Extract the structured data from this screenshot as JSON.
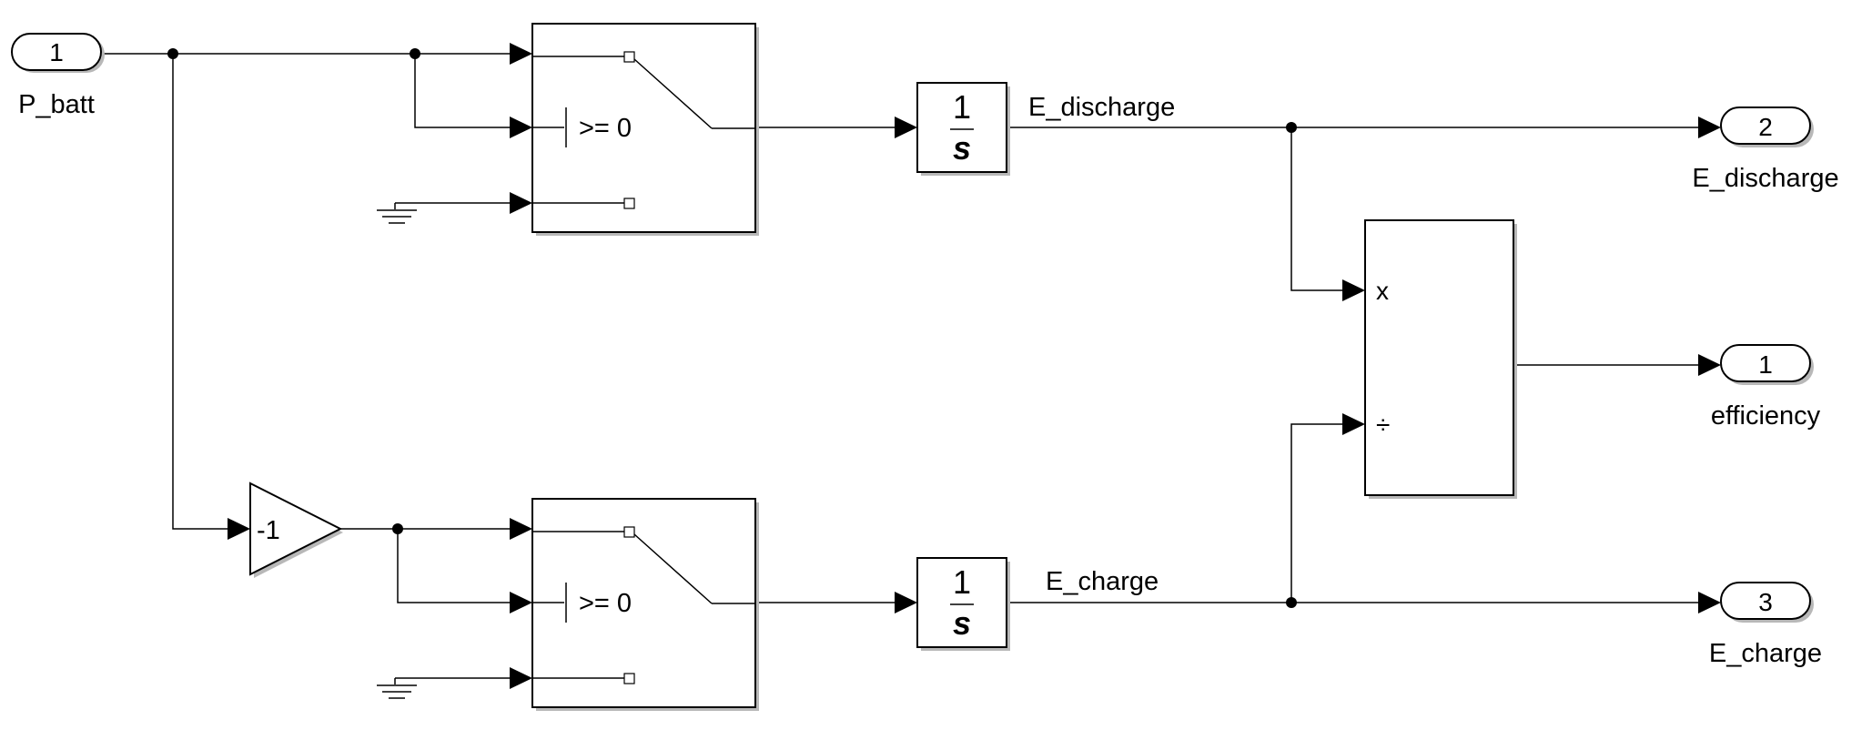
{
  "inports": [
    {
      "number": "1",
      "name": "P_batt"
    }
  ],
  "outports": [
    {
      "number": "2",
      "name": "E_discharge"
    },
    {
      "number": "1",
      "name": "efficiency"
    },
    {
      "number": "3",
      "name": "E_charge"
    }
  ],
  "switches": [
    {
      "criteria": ">= 0"
    },
    {
      "criteria": ">= 0"
    }
  ],
  "gain": {
    "value": "-1"
  },
  "integrators": [
    {
      "numerator": "1",
      "denominator": "s",
      "signal_label": "E_discharge"
    },
    {
      "numerator": "1",
      "denominator": "s",
      "signal_label": "E_charge"
    }
  ],
  "divide": {
    "input_1": "x",
    "input_2": "÷"
  }
}
